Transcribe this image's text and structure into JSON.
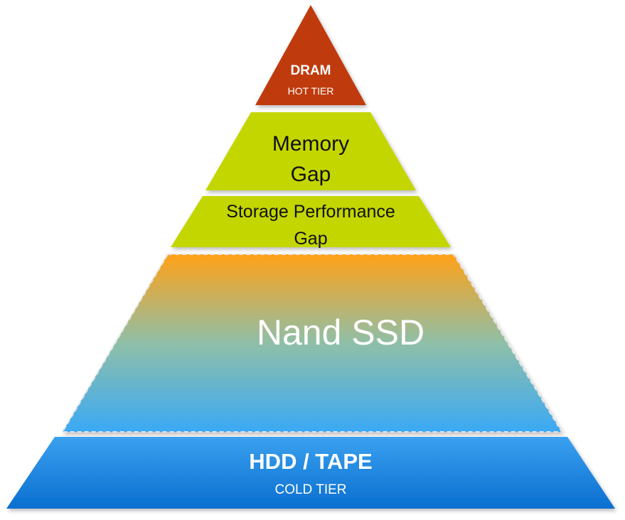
{
  "tiers": {
    "dram": {
      "title": "DRAM",
      "subtitle": "HOT TIER",
      "color": "#BF3A10"
    },
    "memory_gap": {
      "line1": "Memory",
      "line2": "Gap",
      "color": "#C4D600"
    },
    "storage_gap": {
      "line1": "Storage Performance",
      "line2": "Gap",
      "color": "#C4D600"
    },
    "nand_ssd": {
      "title": "Nand SSD",
      "gradient_top": "#FFA117",
      "gradient_mid": "#8FBFA8",
      "gradient_bottom": "#3AA9F5"
    },
    "hdd_tape": {
      "title": "HDD / TAPE",
      "subtitle": "COLD TIER",
      "gradient_top": "#3AA0EF",
      "gradient_bottom": "#0A6FD0"
    }
  }
}
